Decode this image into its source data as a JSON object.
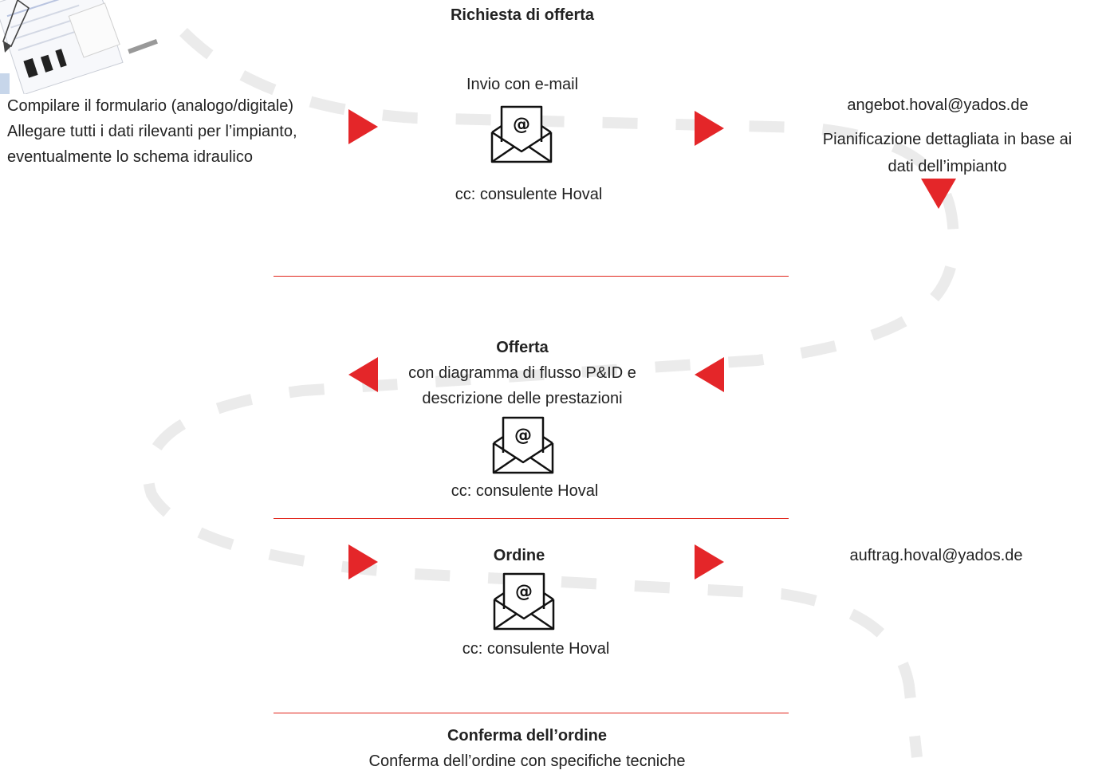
{
  "colors": {
    "accent": "#e42629",
    "divider": "#e1251b",
    "path": "#ebebeb",
    "text": "#222222"
  },
  "section_request": {
    "title": "Richiesta di offerta",
    "left_lines": [
      "Compilare il formulario (analogo/digitale)",
      "Allegare tutti i dati rilevanti per l’impianto,",
      "eventualmente lo schema idraulico"
    ],
    "send_label": "Invio con e-mail",
    "cc_label": "cc: consulente Hoval",
    "email_address": "angebot.hoval@yados.de",
    "planning_lines": [
      "Pianificazione dettagliata in base ai",
      "dati dell’impianto"
    ]
  },
  "section_offer": {
    "title": "Offerta",
    "lines": [
      "con diagramma di flusso P&ID e",
      "descrizione delle prestazioni"
    ],
    "cc_label": "cc: consulente Hoval"
  },
  "section_order": {
    "title": "Ordine",
    "cc_label": "cc: consulente Hoval",
    "email_address": "auftrag.hoval@yados.de"
  },
  "section_confirmation": {
    "title": "Conferma dell’ordine",
    "line": "Conferma dell’ordine con specifiche tecniche"
  },
  "icons": [
    "form-illustration",
    "email-envelope-icon",
    "arrow-right-icon",
    "arrow-left-icon",
    "arrow-down-icon"
  ]
}
